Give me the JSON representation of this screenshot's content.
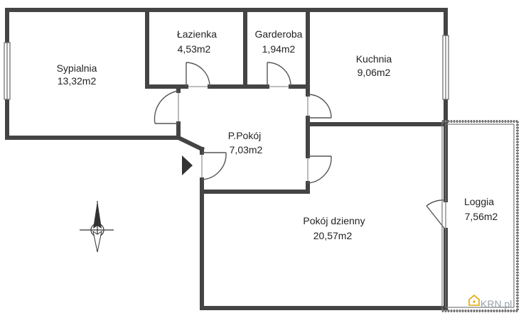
{
  "rooms": [
    {
      "id": "sypialnia",
      "name": "Sypialnia",
      "area": "13,32m2"
    },
    {
      "id": "lazienka",
      "name": "Łazienka",
      "area": "4,53m2"
    },
    {
      "id": "garderoba",
      "name": "Garderoba",
      "area": "1,94m2"
    },
    {
      "id": "kuchnia",
      "name": "Kuchnia",
      "area": "9,06m2"
    },
    {
      "id": "przedpokoj",
      "name": "P.Pokój",
      "area": "7,03m2"
    },
    {
      "id": "pokoj-dzienny",
      "name": "Pokój dzienny",
      "area": "20,57m2"
    },
    {
      "id": "loggia",
      "name": "Loggia",
      "area": "7,56m2"
    }
  ],
  "watermark": {
    "text": "KRN.pl"
  },
  "icons": {
    "entrance": "entrance-arrow-icon",
    "compass": "compass-north-icon",
    "logo": "krn-house-logo-icon"
  },
  "colors": {
    "wall": "#444444",
    "door": "#555555",
    "window": "#666666",
    "loggia_rail": "#777777",
    "text": "#222222",
    "watermark": "#9aa0a6",
    "logo_accent": "#e0a800"
  }
}
